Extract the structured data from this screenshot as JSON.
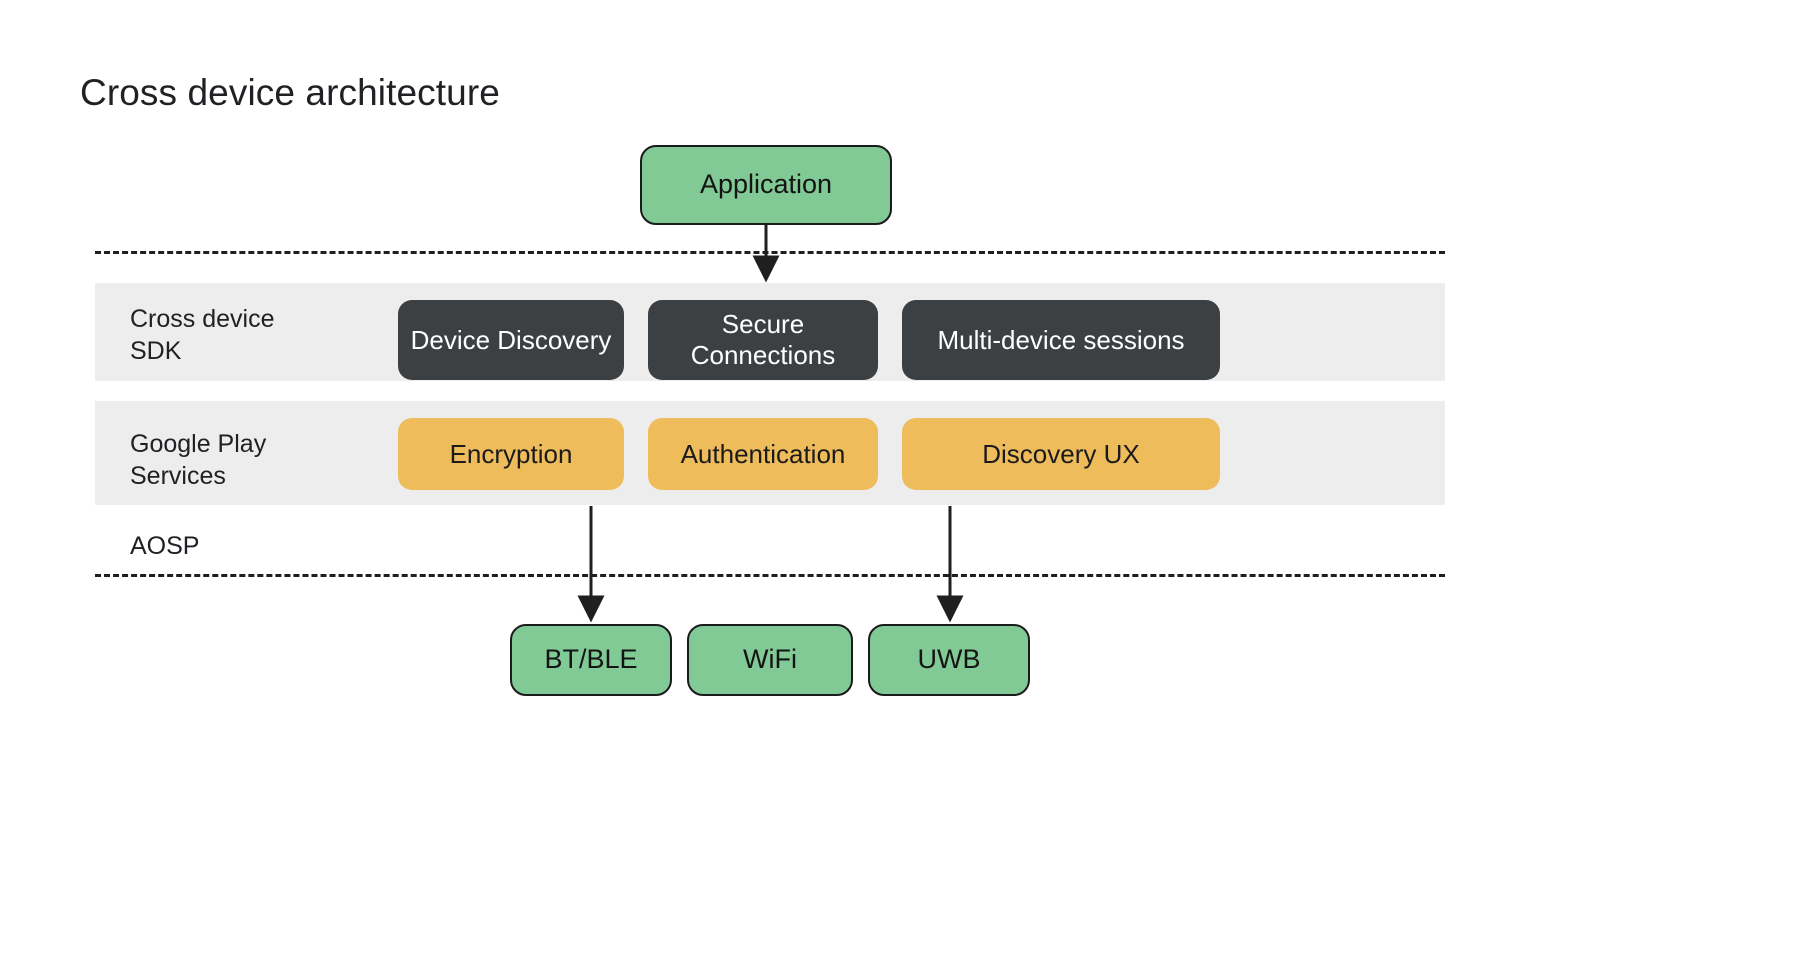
{
  "page": {
    "title": "Cross device architecture",
    "background_color": "#ffffff"
  },
  "colors": {
    "green_node": "#81C995",
    "dark_node": "#3C4043",
    "amber_node": "#EEBC5B",
    "band_background": "#EDEDED",
    "stroke": "#1f1f1f",
    "text_dark": "#202124",
    "text_light": "#ffffff"
  },
  "top": {
    "application": "Application"
  },
  "layers": [
    {
      "id": "cross-device-sdk",
      "label": "Cross device\nSDK",
      "node_style": "dark",
      "nodes": [
        {
          "id": "device-discovery",
          "label": "Device\nDiscovery"
        },
        {
          "id": "secure-connections",
          "label": "Secure\nConnections"
        },
        {
          "id": "multi-device-sessions",
          "label": "Multi-device sessions"
        }
      ]
    },
    {
      "id": "google-play-services",
      "label": "Google Play\nServices",
      "node_style": "amber",
      "nodes": [
        {
          "id": "encryption",
          "label": "Encryption"
        },
        {
          "id": "authentication",
          "label": "Authentication"
        },
        {
          "id": "discovery-ux",
          "label": "Discovery UX"
        }
      ]
    }
  ],
  "aosp": {
    "label": "AOSP"
  },
  "transports": [
    {
      "id": "bt-ble",
      "label": "BT/BLE"
    },
    {
      "id": "wifi",
      "label": "WiFi"
    },
    {
      "id": "uwb",
      "label": "UWB"
    }
  ],
  "connections": [
    {
      "from": "application",
      "to": "secure-connections"
    },
    {
      "from": "encryption",
      "to": "bt-ble"
    },
    {
      "from": "discovery-ux",
      "to": "uwb"
    }
  ]
}
